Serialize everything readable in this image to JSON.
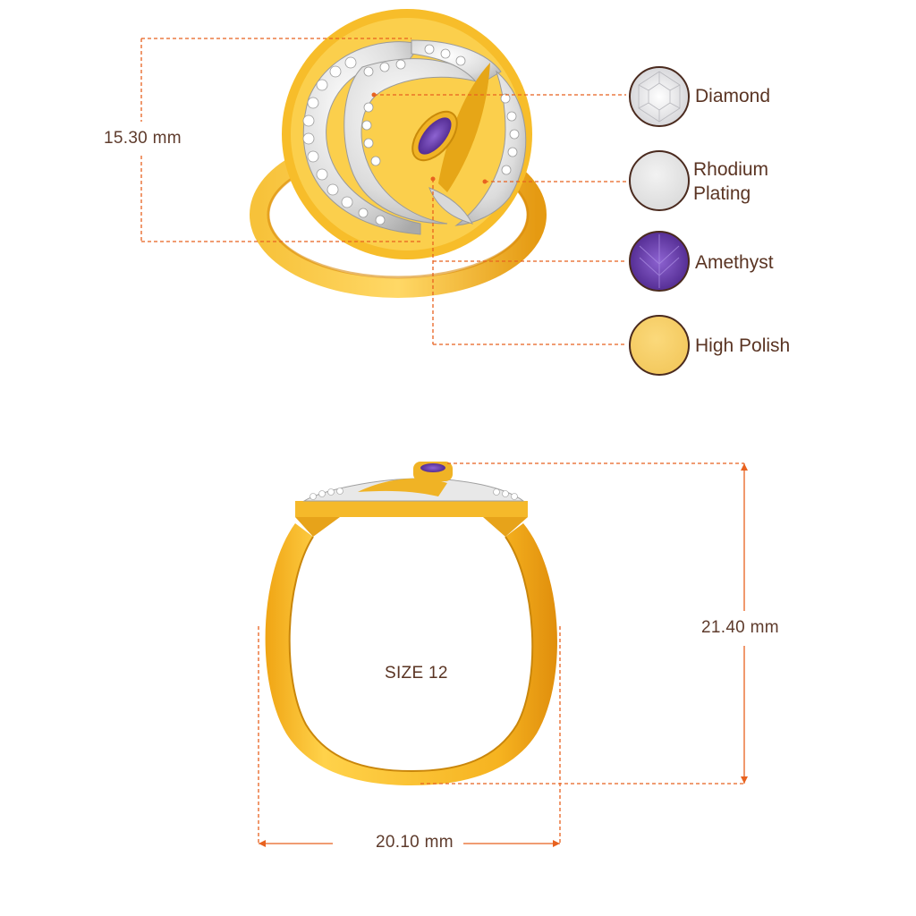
{
  "top_view": {
    "height_label": "15.30 mm"
  },
  "legend": [
    {
      "label": "Diamond",
      "swatch": "diamond",
      "color": "#e8e8ea"
    },
    {
      "label": "Rhodium Plating",
      "line1": "Rhodium",
      "line2": "Plating",
      "swatch": "rhodium",
      "color": "#e4e4e4"
    },
    {
      "label": "Amethyst",
      "swatch": "amethyst",
      "color": "#6b3fa8"
    },
    {
      "label": "High Polish",
      "swatch": "polish",
      "color": "#f6cf6a"
    }
  ],
  "side_view": {
    "height_label": "21.40 mm",
    "width_label": "20.10 mm",
    "size_label": "SIZE 12"
  },
  "colors": {
    "dimension_line": "#e8621f",
    "swatch_border": "#4a2a1e",
    "gold": "#f2b01e",
    "text": "#5a3423"
  }
}
